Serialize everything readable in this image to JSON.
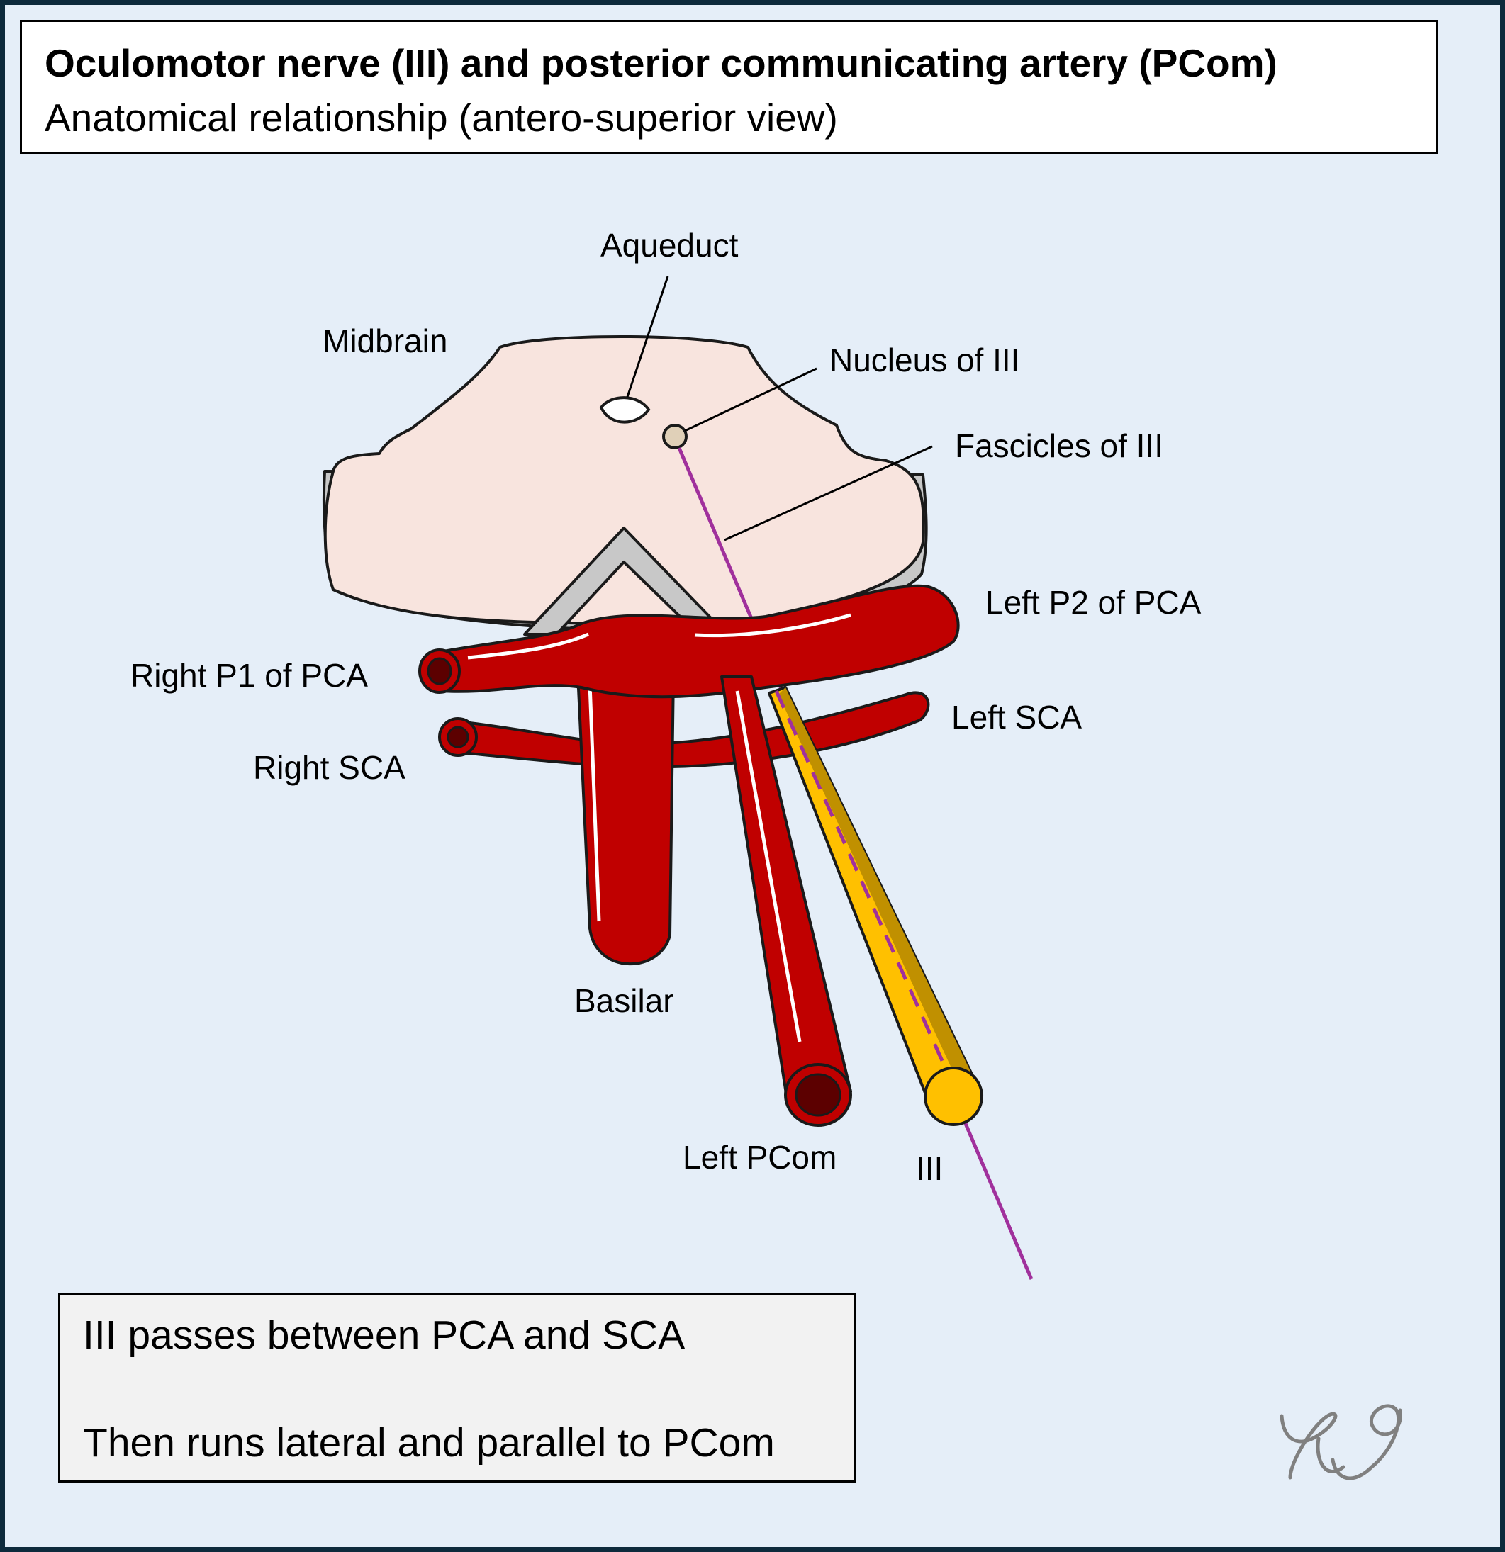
{
  "header": {
    "title": "Oculomotor nerve (III) and posterior communicating artery (PCom)",
    "subtitle": "Anatomical relationship (antero-superior view)"
  },
  "labels": {
    "aqueduct": "Aqueduct",
    "midbrain": "Midbrain",
    "nucleus": "Nucleus of III",
    "fascicles": "Fascicles of III",
    "left_p2": "Left P2 of PCA",
    "right_p1": "Right P1 of PCA",
    "left_sca": "Left SCA",
    "right_sca": "Right SCA",
    "basilar": "Basilar",
    "left_pcom": "Left PCom",
    "nerve": "III"
  },
  "note": {
    "line1": "III passes between PCA and SCA",
    "line2": "Then runs lateral and parallel to PCom"
  },
  "colors": {
    "background": "#e5eef8",
    "frame": "#0d2a3c",
    "midbrain_fill": "#f8e4de",
    "midbrain_side": "#c8c8c8",
    "artery": "#c00000",
    "artery_dark": "#5c0000",
    "nerve": "#ffc000",
    "nerve_shade": "#c09000",
    "fascicle": "#a0309c",
    "nucleus": "#e0d0b8"
  },
  "icons": {
    "signature": "signature-icon"
  }
}
